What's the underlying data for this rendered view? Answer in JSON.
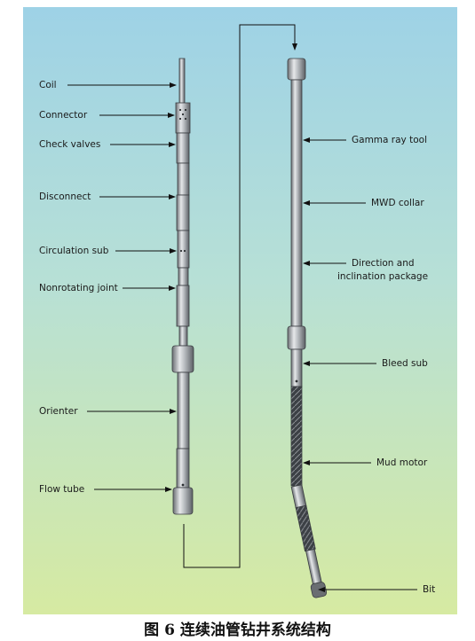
{
  "caption": "图 6 连续油管钻井系统结构",
  "left_labels": {
    "coil": "Coil",
    "connector": "Connector",
    "check_valves": "Check valves",
    "disconnect": "Disconnect",
    "circulation_sub": "Circulation sub",
    "nonrotating_joint": "Nonrotating joint",
    "orienter": "Orienter",
    "flow_tube": "Flow tube"
  },
  "right_labels": {
    "gamma_ray_tool": "Gamma ray tool",
    "mwd_collar": "MWD collar",
    "direction_line1": "Direction and",
    "direction_line2": "inclination package",
    "bleed_sub": "Bleed sub",
    "mud_motor": "Mud motor",
    "bit": "Bit"
  },
  "colors": {
    "bg_top": "#9fd3e4",
    "bg_bottom": "#d4e9a6",
    "tool_metal": "#b9bcc0",
    "tool_dark": "#4a4e53"
  }
}
